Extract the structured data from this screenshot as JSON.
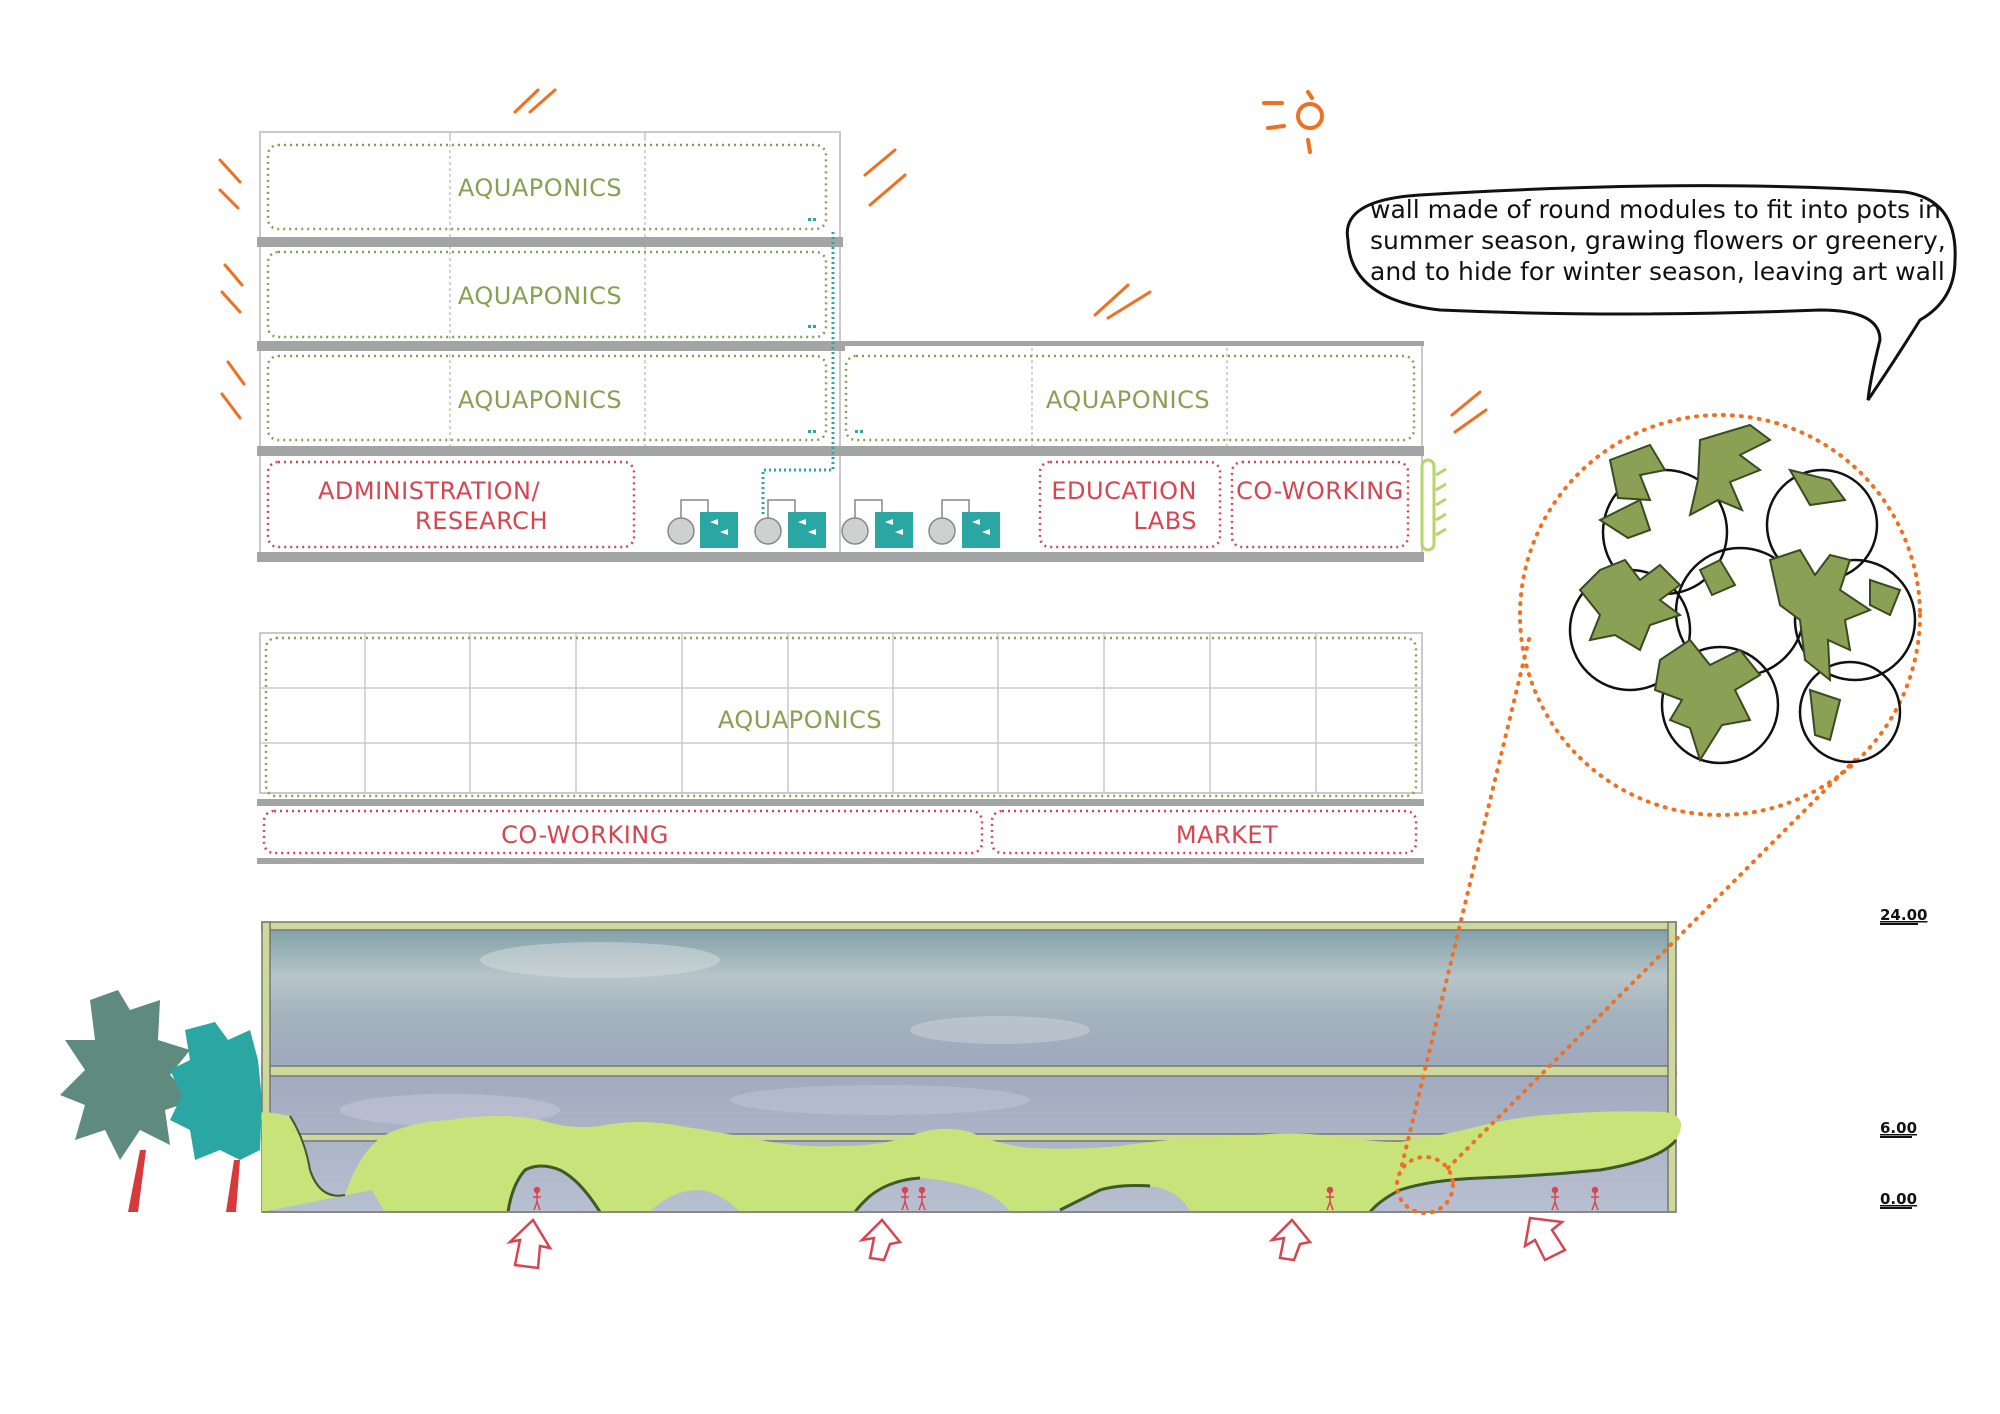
{
  "labels": {
    "aquaponics": "AQUAPONICS",
    "administration_line1": "ADMINISTRATION/",
    "administration_line2": "RESEARCH",
    "education_line1": "EDUCATION",
    "education_line2": "LABS",
    "coworking": "CO-WORKING",
    "market": "MARKET"
  },
  "callout": {
    "line1": "wall made of round modules to fit into pots in",
    "line2": "summer season,  grawing flowers or greenery,",
    "line3": "and to hide for winter season, leaving art wall"
  },
  "levels": {
    "top": "24.00",
    "mid": "6.00",
    "ground": "0.00"
  },
  "colors": {
    "aquaponics_label": "#87a052",
    "function_label": "#d64550",
    "slab": "#a3a5a4",
    "green_wall": "#c9e27a",
    "fish_tank": "#2aa7a3",
    "accent_orange": "#f07020",
    "tree_dark": "#5f8b7f",
    "tree_teal": "#2aa7a3"
  },
  "icons": [
    "sun-icon",
    "fish-tank-icon",
    "pump-icon",
    "entrance-arrow-icon",
    "person-icon",
    "tree-icon",
    "speech-bubble-icon",
    "magnifier-circle-icon"
  ]
}
